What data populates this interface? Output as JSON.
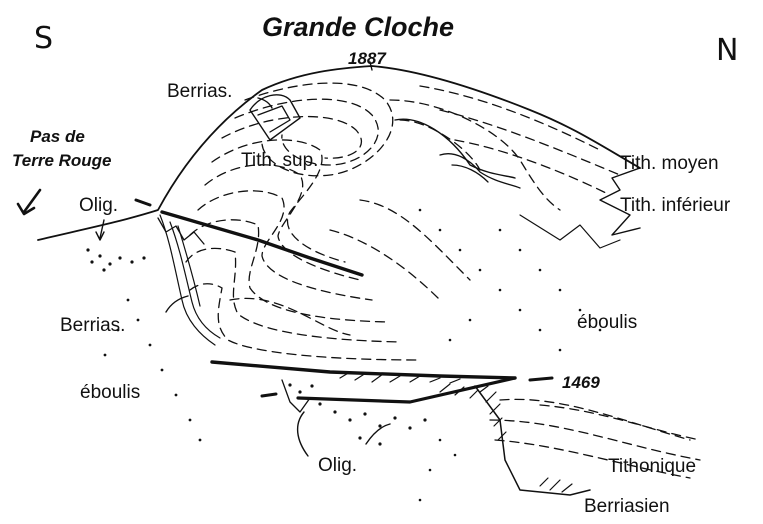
{
  "labels": {
    "south": "S",
    "north": "N",
    "summit_name": "Grande Cloche",
    "summit_altitude": "1887",
    "pass_line1": "Pas de",
    "pass_line2": "Terre Rouge",
    "berrias_top": "Berrias.",
    "tith_sup": "Tith. sup.",
    "tith_moyen": "Tith. moyen",
    "tith_inferieur": "Tith. inférieur",
    "olig_left": "Olig.",
    "berrias_left": "Berrias.",
    "eboulis_left": "éboulis",
    "eboulis_right": "éboulis",
    "altitude_low": "1469",
    "olig_bottom": "Olig.",
    "tithonique": "Tithonique",
    "berriasien": "Berriasien"
  }
}
